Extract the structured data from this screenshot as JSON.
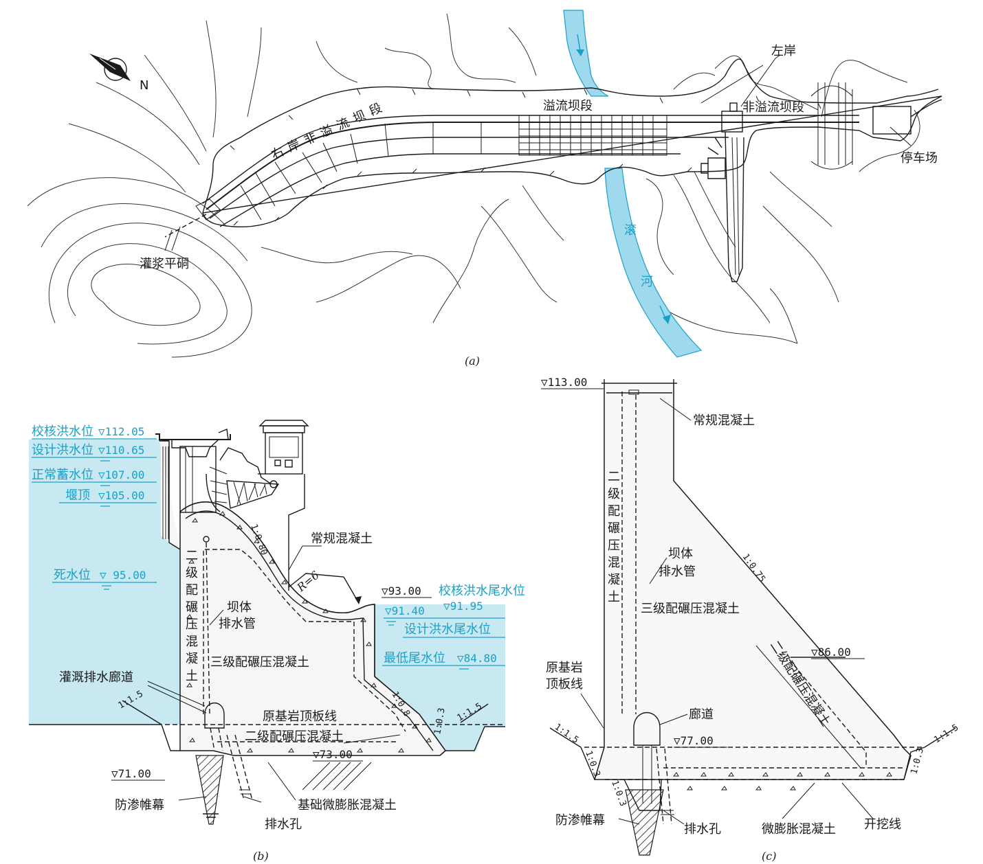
{
  "colors": {
    "water": "#c8e8f2",
    "river": "#9fd9ee",
    "blue_text": "#1aa0c8",
    "ink": "#1a1a1a",
    "concrete": "#f4f4f4"
  },
  "panel_a": {
    "caption": "(a)",
    "north": "N",
    "labels": {
      "right_bank_non_overflow": "右岸非溢流坝段",
      "spillway": "溢流坝段",
      "left_non_overflow": "非溢流坝段",
      "left_bank": "左岸",
      "parking": "停车场",
      "grout_adit": "灌浆平硐",
      "river_char1": "滚",
      "river_char2": "河"
    }
  },
  "panel_b": {
    "caption": "(b)",
    "water_levels": {
      "check_flood": "校核洪水位",
      "check_flood_val": "▽112.05",
      "design_flood": "设计洪水位",
      "design_flood_val": "▽110.65",
      "normal_pool": "正常蓄水位",
      "normal_pool_val": "▽107.00",
      "weir_crest": "堰顶",
      "weir_crest_val": "▽105.00",
      "dead_level": "死水位",
      "dead_level_val": "▽ 95.00",
      "tail_check": "校核洪水尾水位",
      "tail_check_val": "▽91.95",
      "tail_design_val": "▽91.40",
      "tail_design": "设计洪水尾水位",
      "tail_min": "最低尾水位",
      "tail_min_val": "▽84.80"
    },
    "elevations": {
      "e93": "▽93.00",
      "e73": "▽73.00",
      "e71": "▽71.00"
    },
    "labels": {
      "conventional": "常规混凝土",
      "radius": "R=6",
      "slope_080": "1:0.80",
      "slope_08": "1:0.8",
      "slope_03": "1:0.3",
      "slope_15_left": "1:1.5",
      "slope_15_right": "1:1.5",
      "rcc2_vertical": [
        "二",
        "级",
        "配",
        "碾",
        "压",
        "混",
        "凝",
        "土"
      ],
      "drain_pipe_1": "坝体",
      "drain_pipe_2": "排水管",
      "rcc3": "三级配碾压混凝土",
      "gallery": "灌溉排水廊道",
      "rock_line": "原基岩顶板线",
      "rcc2_bottom": "二级配碾压混凝土",
      "curtain": "防渗帷幕",
      "expansive": "基础微膨胀混凝土",
      "drain_hole": "排水孔"
    }
  },
  "panel_c": {
    "caption": "(c)",
    "elevations": {
      "e113": "▽113.00",
      "e86": "▽86.00",
      "e77": "▽77.00"
    },
    "labels": {
      "conventional": "常规混凝土",
      "rcc2_vertical": [
        "二",
        "级",
        "配",
        "碾",
        "压",
        "混",
        "凝",
        "土"
      ],
      "drain_pipe_1": "坝体",
      "drain_pipe_2": "排水管",
      "rcc3": "三级配碾压混凝土",
      "rcc2_slope": "二级配碾压混凝土",
      "rock_line_1": "原基岩",
      "rock_line_2": "顶板线",
      "gallery": "廊道",
      "slope_075": "1:0.75",
      "slope_15_left": "1:1.5",
      "slope_15_right": "1:1.5",
      "slope_03_left": "1:0.3",
      "slope_03_right": "1:0.3",
      "slope_03_bottom": "1:0.3",
      "curtain": "防渗帷幕",
      "drain_hole": "排水孔",
      "expansive": "微膨胀混凝土",
      "excavation": "开挖线"
    }
  }
}
